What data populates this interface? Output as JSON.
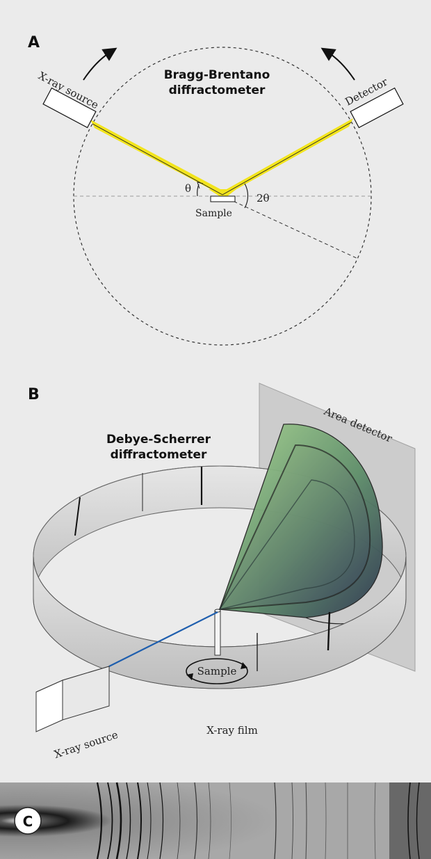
{
  "panel_a": {
    "letter": "A",
    "title_line1": "Bragg-Brentano",
    "title_line2": "diffractometer",
    "source_label": "X-ray source",
    "detector_label": "Detector",
    "theta_label": "θ",
    "two_theta_label": "2θ",
    "sample_label": "Sample"
  },
  "panel_b": {
    "letter": "B",
    "title_line1": "Debye-Scherrer",
    "title_line2": "diffractometer",
    "area_detector_label": "Area detector",
    "sample_label": "Sample",
    "source_label": "X-ray source",
    "film_label": "X-ray film"
  },
  "panel_c": {
    "letter": "C"
  },
  "colors": {
    "background": "#ebebeb",
    "beam_yellow": "#f2e41c",
    "beam_blue": "#1f5fae",
    "cone_green": "#8fc77a",
    "cone_dark": "#2c3550",
    "detector_plane": "#c9c9c9",
    "film_gray": "#d4d4d4"
  }
}
